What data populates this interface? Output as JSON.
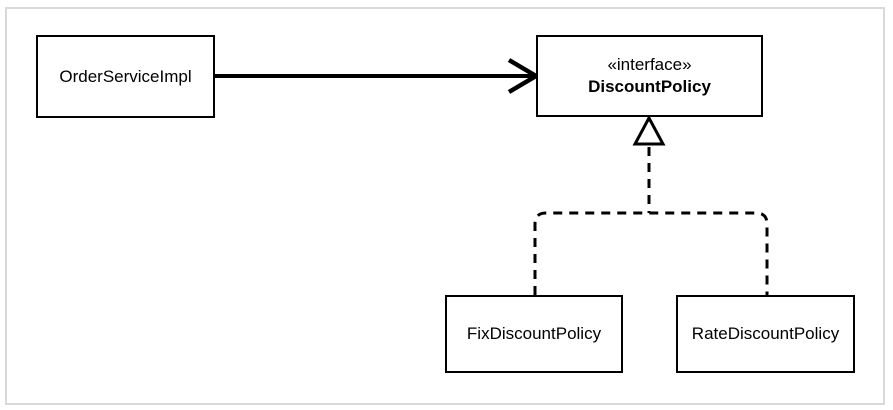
{
  "diagram": {
    "kind": "uml-class-diagram",
    "colors": {
      "background": "#ffffff",
      "frame_border": "#d9d9d9",
      "box_border": "#000000",
      "box_fill": "#ffffff",
      "line": "#000000",
      "text": "#000000"
    },
    "nodes": {
      "order_service": {
        "label": "OrderServiceImpl"
      },
      "discount_policy": {
        "stereotype": "«interface»",
        "label": "DiscountPolicy"
      },
      "fix_discount_policy": {
        "label": "FixDiscountPolicy"
      },
      "rate_discount_policy": {
        "label": "RateDiscountPolicy"
      }
    },
    "relations": [
      {
        "from": "OrderServiceImpl",
        "to": "DiscountPolicy",
        "type": "dependency",
        "style": "solid-open-arrow"
      },
      {
        "from": "FixDiscountPolicy",
        "to": "DiscountPolicy",
        "type": "realization",
        "style": "dashed-hollow-triangle"
      },
      {
        "from": "RateDiscountPolicy",
        "to": "DiscountPolicy",
        "type": "realization",
        "style": "dashed-hollow-triangle"
      }
    ]
  }
}
